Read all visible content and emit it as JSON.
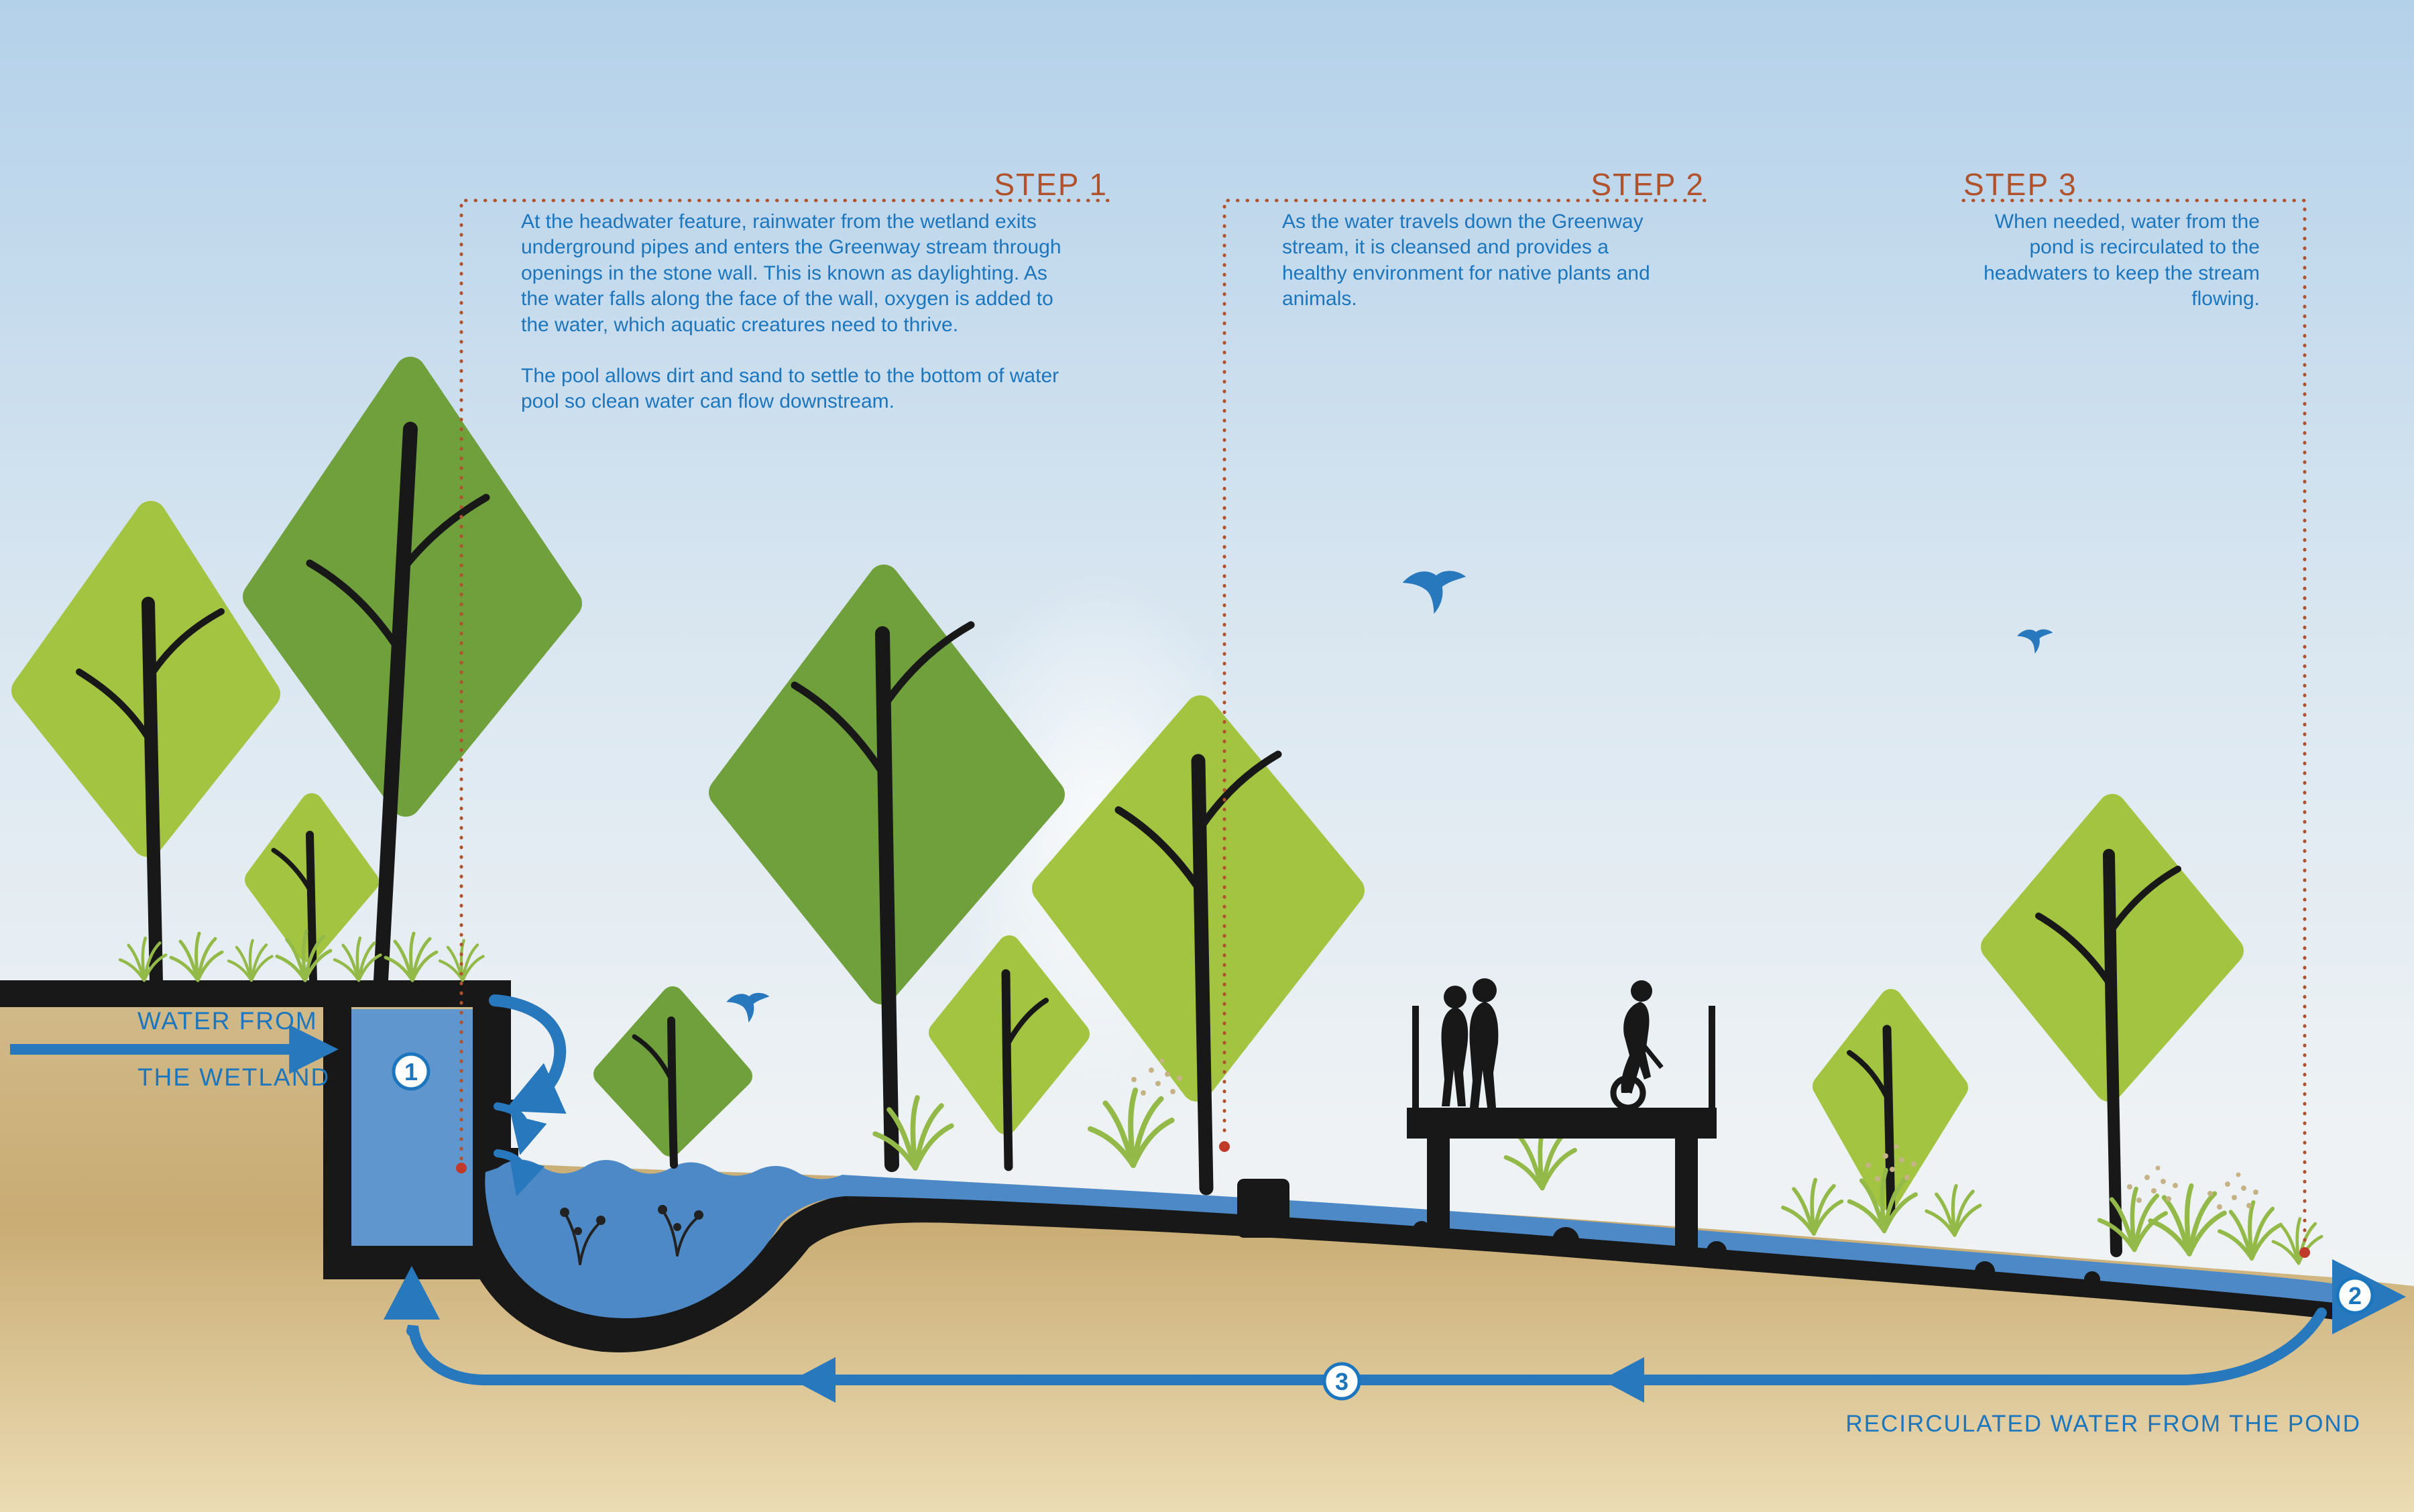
{
  "diagram": {
    "steps": [
      {
        "label": "STEP 1",
        "body": "At the headwater feature, rainwater from the wetland exits underground pipes and enters the Greenway stream through openings in the stone wall. This is known as daylighting. As the water falls along the face of the wall, oxygen is added to the water, which aquatic creatures need to thrive.",
        "body2": "The pool allows dirt and sand to settle to the bottom of water pool so clean water can flow downstream."
      },
      {
        "label": "STEP 2",
        "body": "As the water travels down the Greenway stream, it is cleansed and provides a healthy environment for native plants and animals."
      },
      {
        "label": "STEP 3",
        "body": "When needed, water from the pond is recirculated to the headwaters to keep the stream flowing."
      }
    ],
    "labels": {
      "wetland_line1": "WATER FROM",
      "wetland_line2": "THE WETLAND",
      "recirculated": "RECIRCULATED WATER FROM THE POND"
    },
    "markers": {
      "headwater": "1",
      "pond": "2",
      "pipe": "3"
    },
    "icons": {
      "bird": "bird-icon"
    },
    "colors": {
      "accent_blue": "#2878bd",
      "text_blue": "#1b76bd",
      "step_heading_orange": "#b0522c",
      "marker_dot_red": "#c03a2a",
      "stream_water": "#4c89c6",
      "pool_water": "#6096ce",
      "tree_green_light": "#a3c440",
      "tree_green_dark": "#70a03b",
      "grass_green": "#93ba48",
      "ground_tan": "#c9ac74",
      "sky_blue": "#b4d1ea",
      "silhouette_black": "#181818"
    }
  }
}
